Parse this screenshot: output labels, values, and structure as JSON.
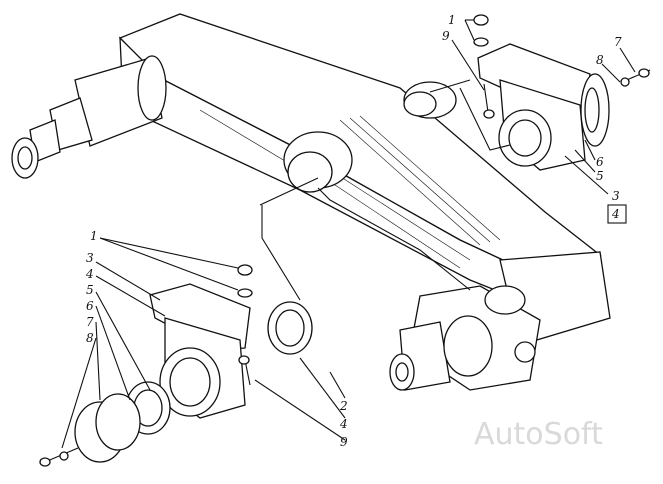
{
  "watermark": "AutoSoft",
  "callouts": [
    {
      "id": "c-1-top",
      "text": "1"
    },
    {
      "id": "c-9-top",
      "text": "9"
    },
    {
      "id": "c-7-top",
      "text": "7"
    },
    {
      "id": "c-8-top",
      "text": "8"
    },
    {
      "id": "c-6-top",
      "text": "6"
    },
    {
      "id": "c-5-top",
      "text": "5"
    },
    {
      "id": "c-3-top",
      "text": "3"
    },
    {
      "id": "c-4-top",
      "text": "4"
    },
    {
      "id": "c-1-left",
      "text": "1"
    },
    {
      "id": "c-3-left",
      "text": "3"
    },
    {
      "id": "c-4-left",
      "text": "4"
    },
    {
      "id": "c-5-left",
      "text": "5"
    },
    {
      "id": "c-6-left",
      "text": "6"
    },
    {
      "id": "c-7-left",
      "text": "7"
    },
    {
      "id": "c-8-left",
      "text": "8"
    },
    {
      "id": "c-2-bottom",
      "text": "2"
    },
    {
      "id": "c-4-bottom",
      "text": "4"
    },
    {
      "id": "c-9-bottom",
      "text": "9"
    }
  ]
}
